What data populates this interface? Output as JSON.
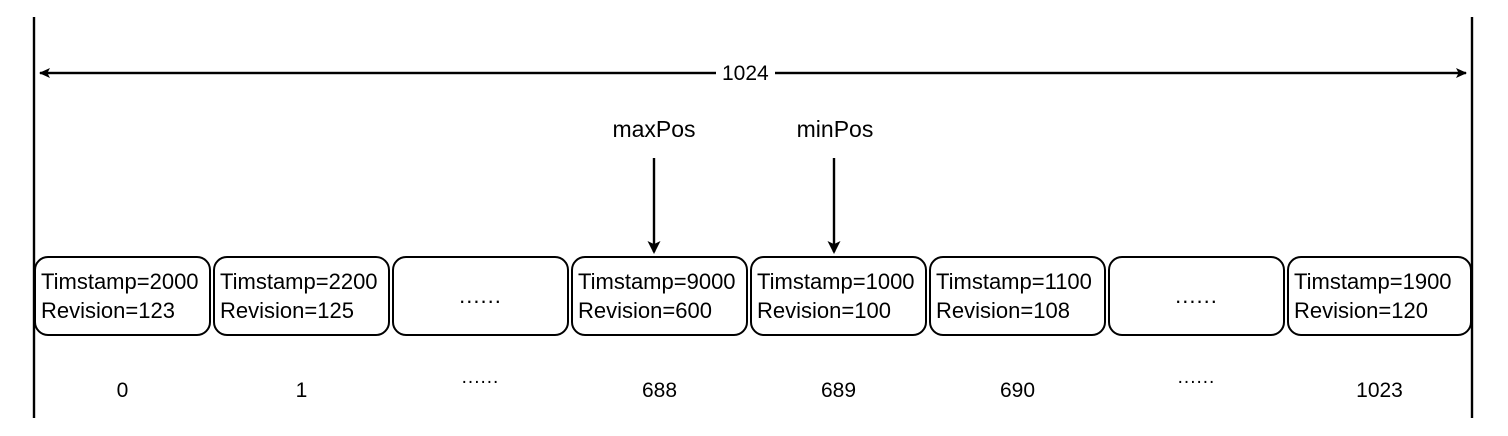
{
  "diagram": {
    "title_dimension": "1024",
    "pointers": [
      {
        "name": "maxPos",
        "label": "maxPos",
        "target_index": "688"
      },
      {
        "name": "minPos",
        "label": "minPos",
        "target_index": "689"
      }
    ],
    "slots": [
      {
        "kind": "entry",
        "timestamp": "Timstamp=2000",
        "revision": "Revision=123",
        "index": "0"
      },
      {
        "kind": "entry",
        "timestamp": "Timstamp=2200",
        "revision": "Revision=125",
        "index": "1"
      },
      {
        "kind": "ellipsis",
        "dots": "......",
        "index": "......"
      },
      {
        "kind": "entry",
        "timestamp": "Timstamp=9000",
        "revision": "Revision=600",
        "index": "688"
      },
      {
        "kind": "entry",
        "timestamp": "Timstamp=1000",
        "revision": "Revision=100",
        "index": "689"
      },
      {
        "kind": "entry",
        "timestamp": "Timstamp=1100",
        "revision": "Revision=108",
        "index": "690"
      },
      {
        "kind": "ellipsis",
        "dots": "......",
        "index": "......"
      },
      {
        "kind": "entry",
        "timestamp": "Timstamp=1900",
        "revision": "Revision=120",
        "index": "1023"
      }
    ],
    "colors": {
      "stroke": "#000000",
      "background": "#ffffff",
      "text": "#000000"
    }
  }
}
